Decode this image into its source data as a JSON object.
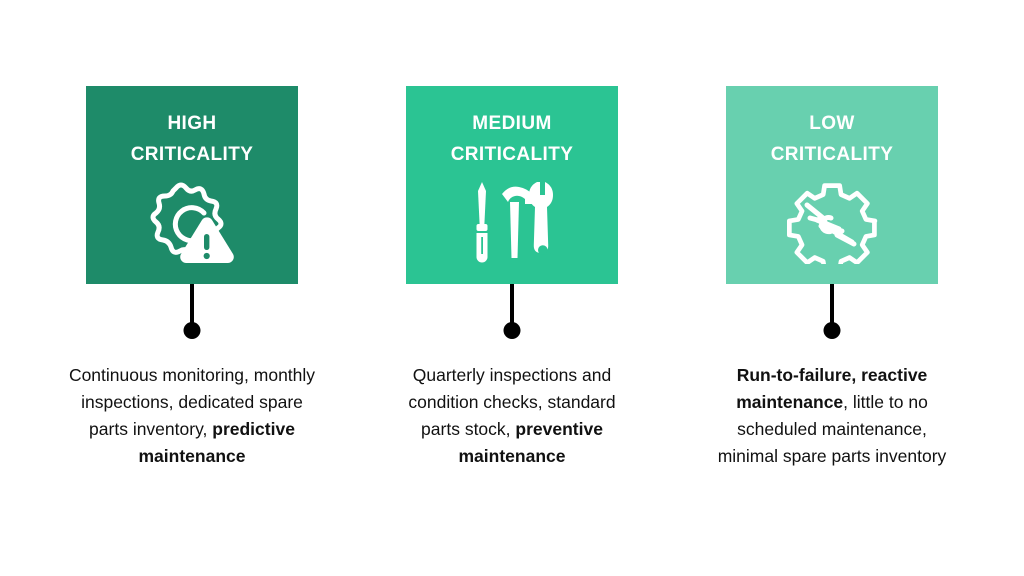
{
  "background_color": "#ffffff",
  "columns": [
    {
      "id": "high",
      "panel_color": "#1e8b69",
      "title": "HIGH\nCRITICALITY",
      "icon": "gear-warning-icon",
      "caption": {
        "normal_prefix": "Continuous monitoring, monthly inspections, dedicated spare parts inventory, ",
        "bold": "predictive maintenance",
        "normal_suffix": ""
      }
    },
    {
      "id": "medium",
      "panel_color": "#2bc493",
      "title": "MEDIUM\nCRITICALITY",
      "icon": "tools-icon",
      "caption": {
        "normal_prefix": "Quarterly inspections and condition checks, standard parts stock, ",
        "bold": "preventive maintenance",
        "normal_suffix": ""
      }
    },
    {
      "id": "low",
      "panel_color": "#68d0af",
      "title": "LOW\nCRITICALITY",
      "icon": "gear-lightning-icon",
      "caption": {
        "normal_prefix": "",
        "bold": "Run-to-failure, reactive maintenance",
        "normal_suffix": ", little to no scheduled maintenance, minimal spare parts inventory"
      }
    }
  ]
}
